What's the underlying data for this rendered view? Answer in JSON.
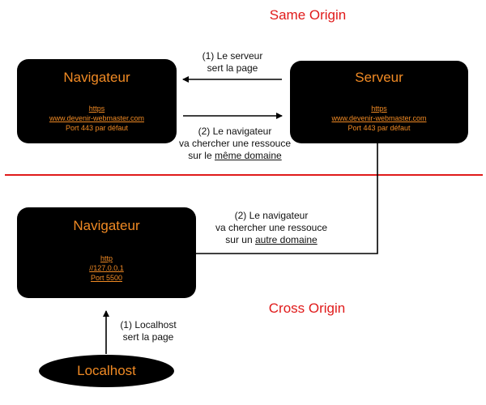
{
  "same_origin": {
    "title": "Same Origin",
    "browser": {
      "title": "Navigateur",
      "protocol": "https",
      "domain": "www.devenir-webmaster.com",
      "port": "Port 443 par défaut"
    },
    "server": {
      "title": "Serveur",
      "protocol": "https",
      "domain": "www.devenir-webmaster.com",
      "port": "Port 443 par défaut"
    },
    "arrow_server_to_browser": {
      "line1": "(1) Le serveur",
      "line2": "sert la page"
    },
    "arrow_browser_to_server": {
      "line1": "(2) Le navigateur",
      "line2": "va chercher une ressouce",
      "line3_prefix": "sur le",
      "line3_underlined": "même domaine"
    }
  },
  "cross_origin": {
    "title": "Cross Origin",
    "browser": {
      "title": "Navigateur",
      "protocol": "http",
      "domain": "//127.0.0.1",
      "port": "Port 5500"
    },
    "arrow_browser_to_server": {
      "line1": "(2) Le navigateur",
      "line2": "va chercher une ressouce",
      "line3_prefix": "sur un",
      "line3_underlined": "autre domaine"
    },
    "localhost": {
      "title": "Localhost"
    },
    "arrow_localhost_to_browser": {
      "line1": "(1) Localhost",
      "line2": "sert la page"
    }
  },
  "colors": {
    "box_background": "#000000",
    "box_text": "#f08a24",
    "section_title": "#e01a1a",
    "divider": "#e01a1a",
    "arrow": "#000000"
  }
}
